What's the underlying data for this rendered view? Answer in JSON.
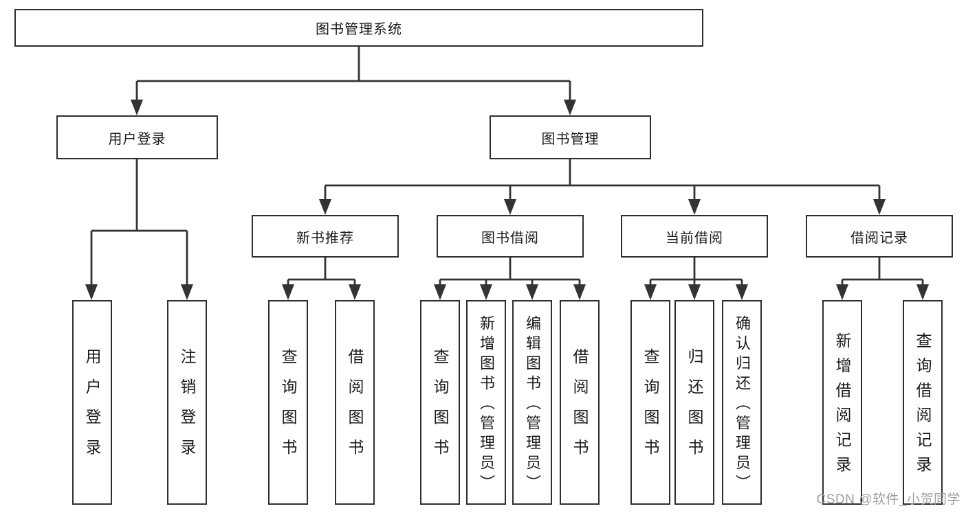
{
  "diagram": {
    "root": {
      "label": "图书管理系统"
    },
    "level1": {
      "user_login": "用户登录",
      "book_management": "图书管理"
    },
    "level2": {
      "new_book_recommend": "新书推荐",
      "book_borrow": "图书借阅",
      "current_borrow": "当前借阅",
      "borrow_records": "借阅记录"
    },
    "leaves": {
      "user_login": [
        "用户登录",
        "注销登录"
      ],
      "new_book_recommend": [
        "查询图书",
        "借阅图书"
      ],
      "book_borrow": [
        "查询图书",
        "新增图书（管理员）",
        "编辑图书（管理员）",
        "借阅图书"
      ],
      "current_borrow": [
        "查询图书",
        "归还图书",
        "确认归还（管理员）"
      ],
      "borrow_records": [
        "新增借阅记录",
        "查询借阅记录"
      ]
    }
  },
  "watermark": {
    "text": "CSDN @软件_小贺同学"
  },
  "colors": {
    "line": "#333333",
    "box_border": "#2e2e2e",
    "text": "#1a1a1a",
    "watermark_gray": "#9e9e9e",
    "background": "#ffffff"
  }
}
